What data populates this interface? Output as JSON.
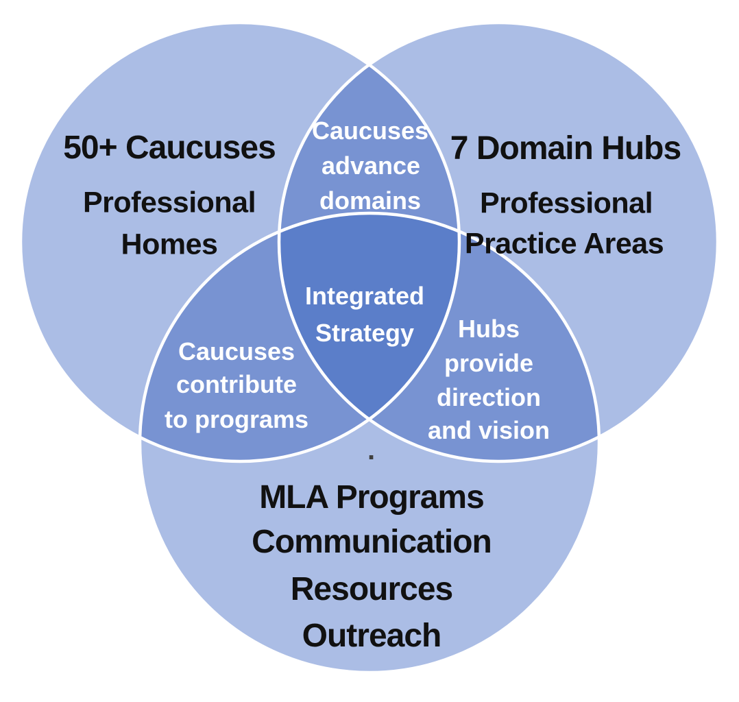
{
  "diagram": {
    "type": "venn",
    "colors": {
      "background": "#FFFFFF",
      "circle_fill": "#ABBDE5",
      "overlap_fill": "#7893D2",
      "center_fill": "#5B7EC9",
      "outline": "#FFFFFF",
      "black_text": "#111111",
      "white_text": "#FFFFFF"
    },
    "circles": {
      "caucuses": {
        "heading": "50+ Caucuses",
        "sub_line1": "Professional",
        "sub_line2": "Homes"
      },
      "hubs": {
        "heading": "7 Domain Hubs",
        "sub_line1": "Professional",
        "sub_line2": "Practice Areas"
      },
      "programs": {
        "line1": "MLA Programs",
        "line2": "Communication",
        "line3": "Resources",
        "line4": "Outreach"
      }
    },
    "overlaps": {
      "caucuses_hubs": {
        "line1": "Caucuses",
        "line2": "advance",
        "line3": "domains"
      },
      "caucuses_programs": {
        "line1": "Caucuses",
        "line2": "contribute",
        "line3": "to programs"
      },
      "hubs_programs": {
        "line1": "Hubs",
        "line2": "provide",
        "line3": "direction",
        "line4": "and vision"
      },
      "center": {
        "line1": "Integrated",
        "line2": "Strategy"
      }
    },
    "stray_mark": "."
  }
}
